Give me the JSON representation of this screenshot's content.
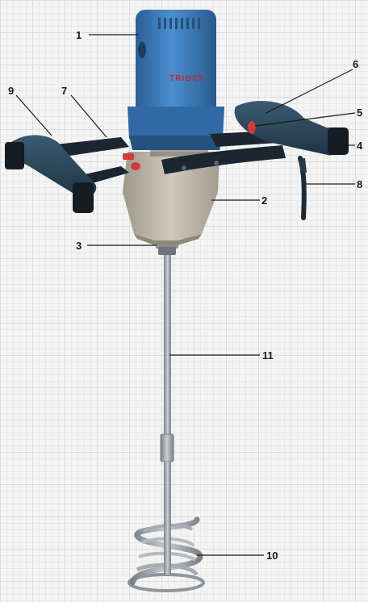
{
  "brand": {
    "text": "TRI⊙CF"
  },
  "colors": {
    "housing_blue": "#3e7fc1",
    "housing_blue_dark": "#2c5f95",
    "gearbox_gray": "#b8b2a4",
    "handle_dark": "#1c2630",
    "grip_teal": "#2d4a5e",
    "accent_red": "#d23a3a",
    "brand_red": "#c8272d",
    "shaft_steel": "#9aa0a6"
  },
  "callouts": [
    {
      "id": "1",
      "label": "1"
    },
    {
      "id": "2",
      "label": "2"
    },
    {
      "id": "3",
      "label": "3"
    },
    {
      "id": "4",
      "label": "4"
    },
    {
      "id": "5",
      "label": "5"
    },
    {
      "id": "6",
      "label": "6"
    },
    {
      "id": "7",
      "label": "7"
    },
    {
      "id": "8",
      "label": "8"
    },
    {
      "id": "9",
      "label": "9"
    },
    {
      "id": "10",
      "label": "10"
    },
    {
      "id": "11",
      "label": "11"
    }
  ]
}
